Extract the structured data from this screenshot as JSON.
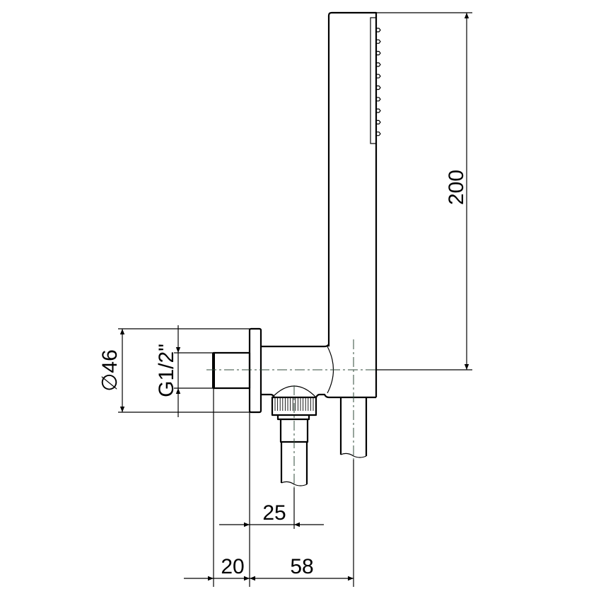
{
  "dimensions": {
    "height": "200",
    "diameter": "46",
    "diameter_symbol": "∅",
    "thread": "G1/2\"",
    "outlet_offset": "25",
    "flange_depth": "20",
    "projection": "58"
  }
}
